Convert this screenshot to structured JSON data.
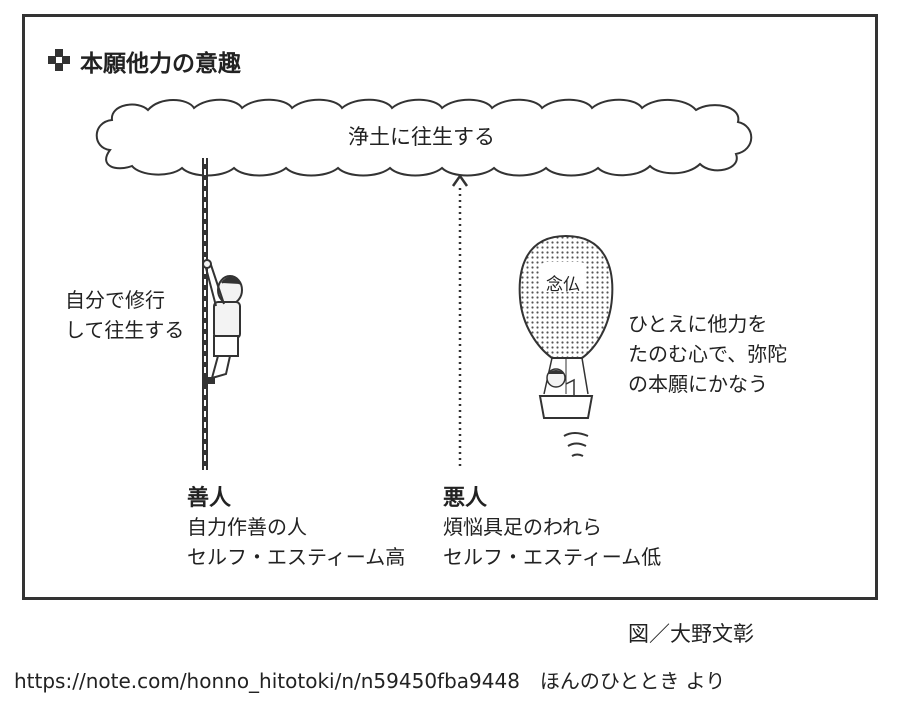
{
  "title": "本願他力の意趣",
  "cloud_label": "浄土に往生する",
  "balloon_label": "念仏",
  "self_power": {
    "lines": [
      "自分で修行",
      "して往生する"
    ],
    "title": "善人",
    "desc": [
      "自力作善の人",
      "セルフ・エスティーム高"
    ]
  },
  "other_power": {
    "lines": [
      "ひとえに他力を",
      "たのむ心で、弥陀",
      "の本願にかなう"
    ]
  },
  "bad_person": {
    "title": "悪人",
    "desc": [
      "煩悩具足のわれら",
      "セルフ・エスティーム低"
    ]
  },
  "credit": "図／大野文彰",
  "source": "https://note.com/honno_hitotoki/n/n59450fba9448　ほんのひととき より",
  "colors": {
    "line": "#333333",
    "skin": "#f3f3f3",
    "dot": "#555555"
  }
}
